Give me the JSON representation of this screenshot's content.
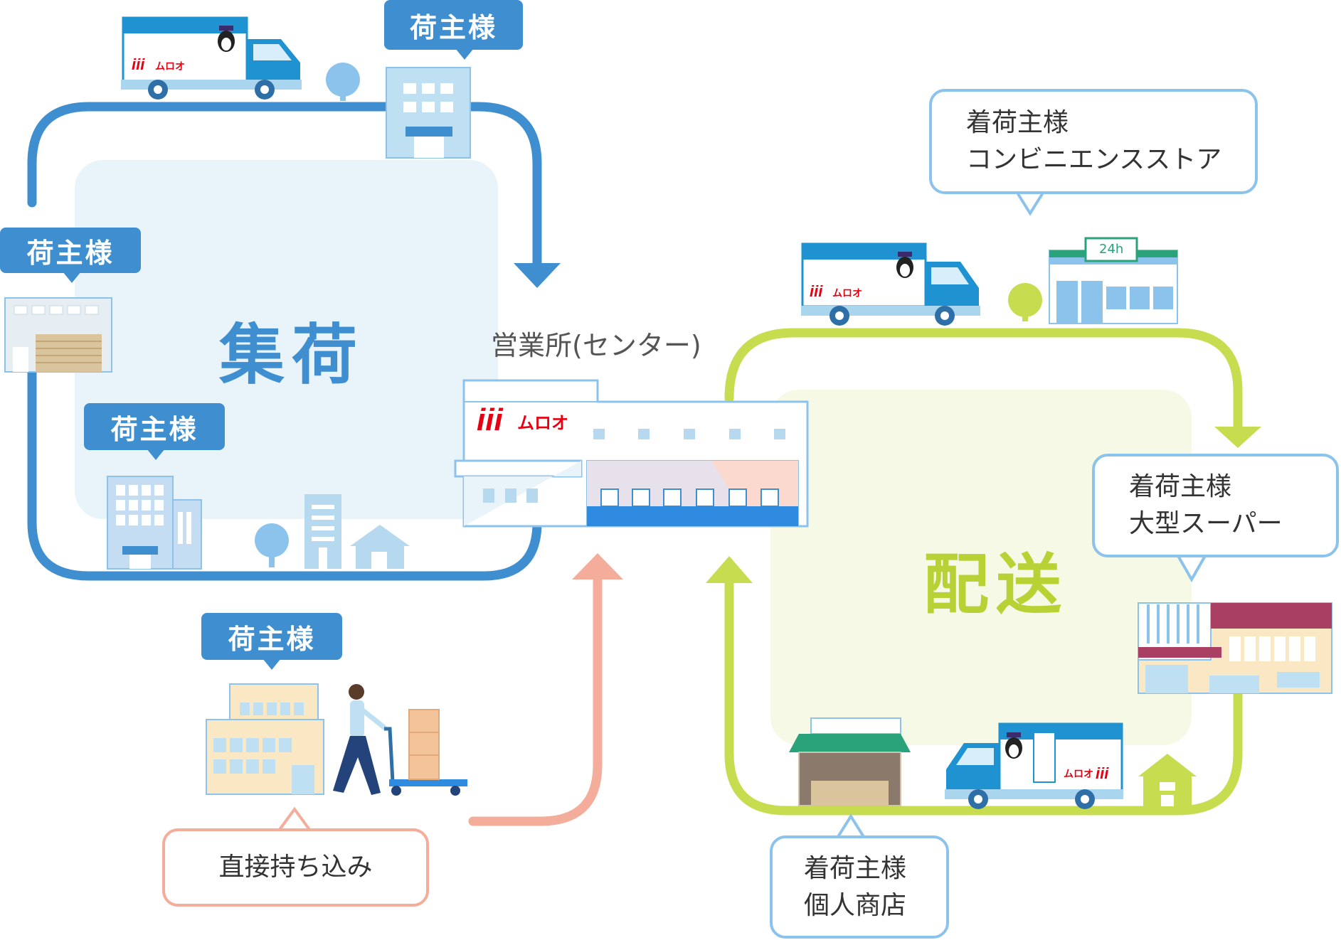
{
  "labels": {
    "shuka": "集荷",
    "haiso": "配送",
    "center": "営業所(センター)",
    "brand": "ムロオ",
    "store_24h": "24h"
  },
  "tags": {
    "top": "荷主様",
    "left_upper": "荷主様",
    "left_lower": "荷主様",
    "bottom": "荷主様"
  },
  "bubbles": {
    "convenience": {
      "line1": "着荷主様",
      "line2": "コンビニエンスストア"
    },
    "supermarket": {
      "line1": "着荷主様",
      "line2": "大型スーパー"
    },
    "shop": {
      "line1": "着荷主様",
      "line2": "個人商店"
    },
    "direct": {
      "line1": "直接持ち込み"
    }
  },
  "colors": {
    "collection": "#3f8fd0",
    "delivery": "#c7dc4f",
    "direct": "#f3ad9a",
    "collection_bg": "#e8f3fa",
    "delivery_bg": "#f5f9e6",
    "brand_red": "#e60012"
  }
}
